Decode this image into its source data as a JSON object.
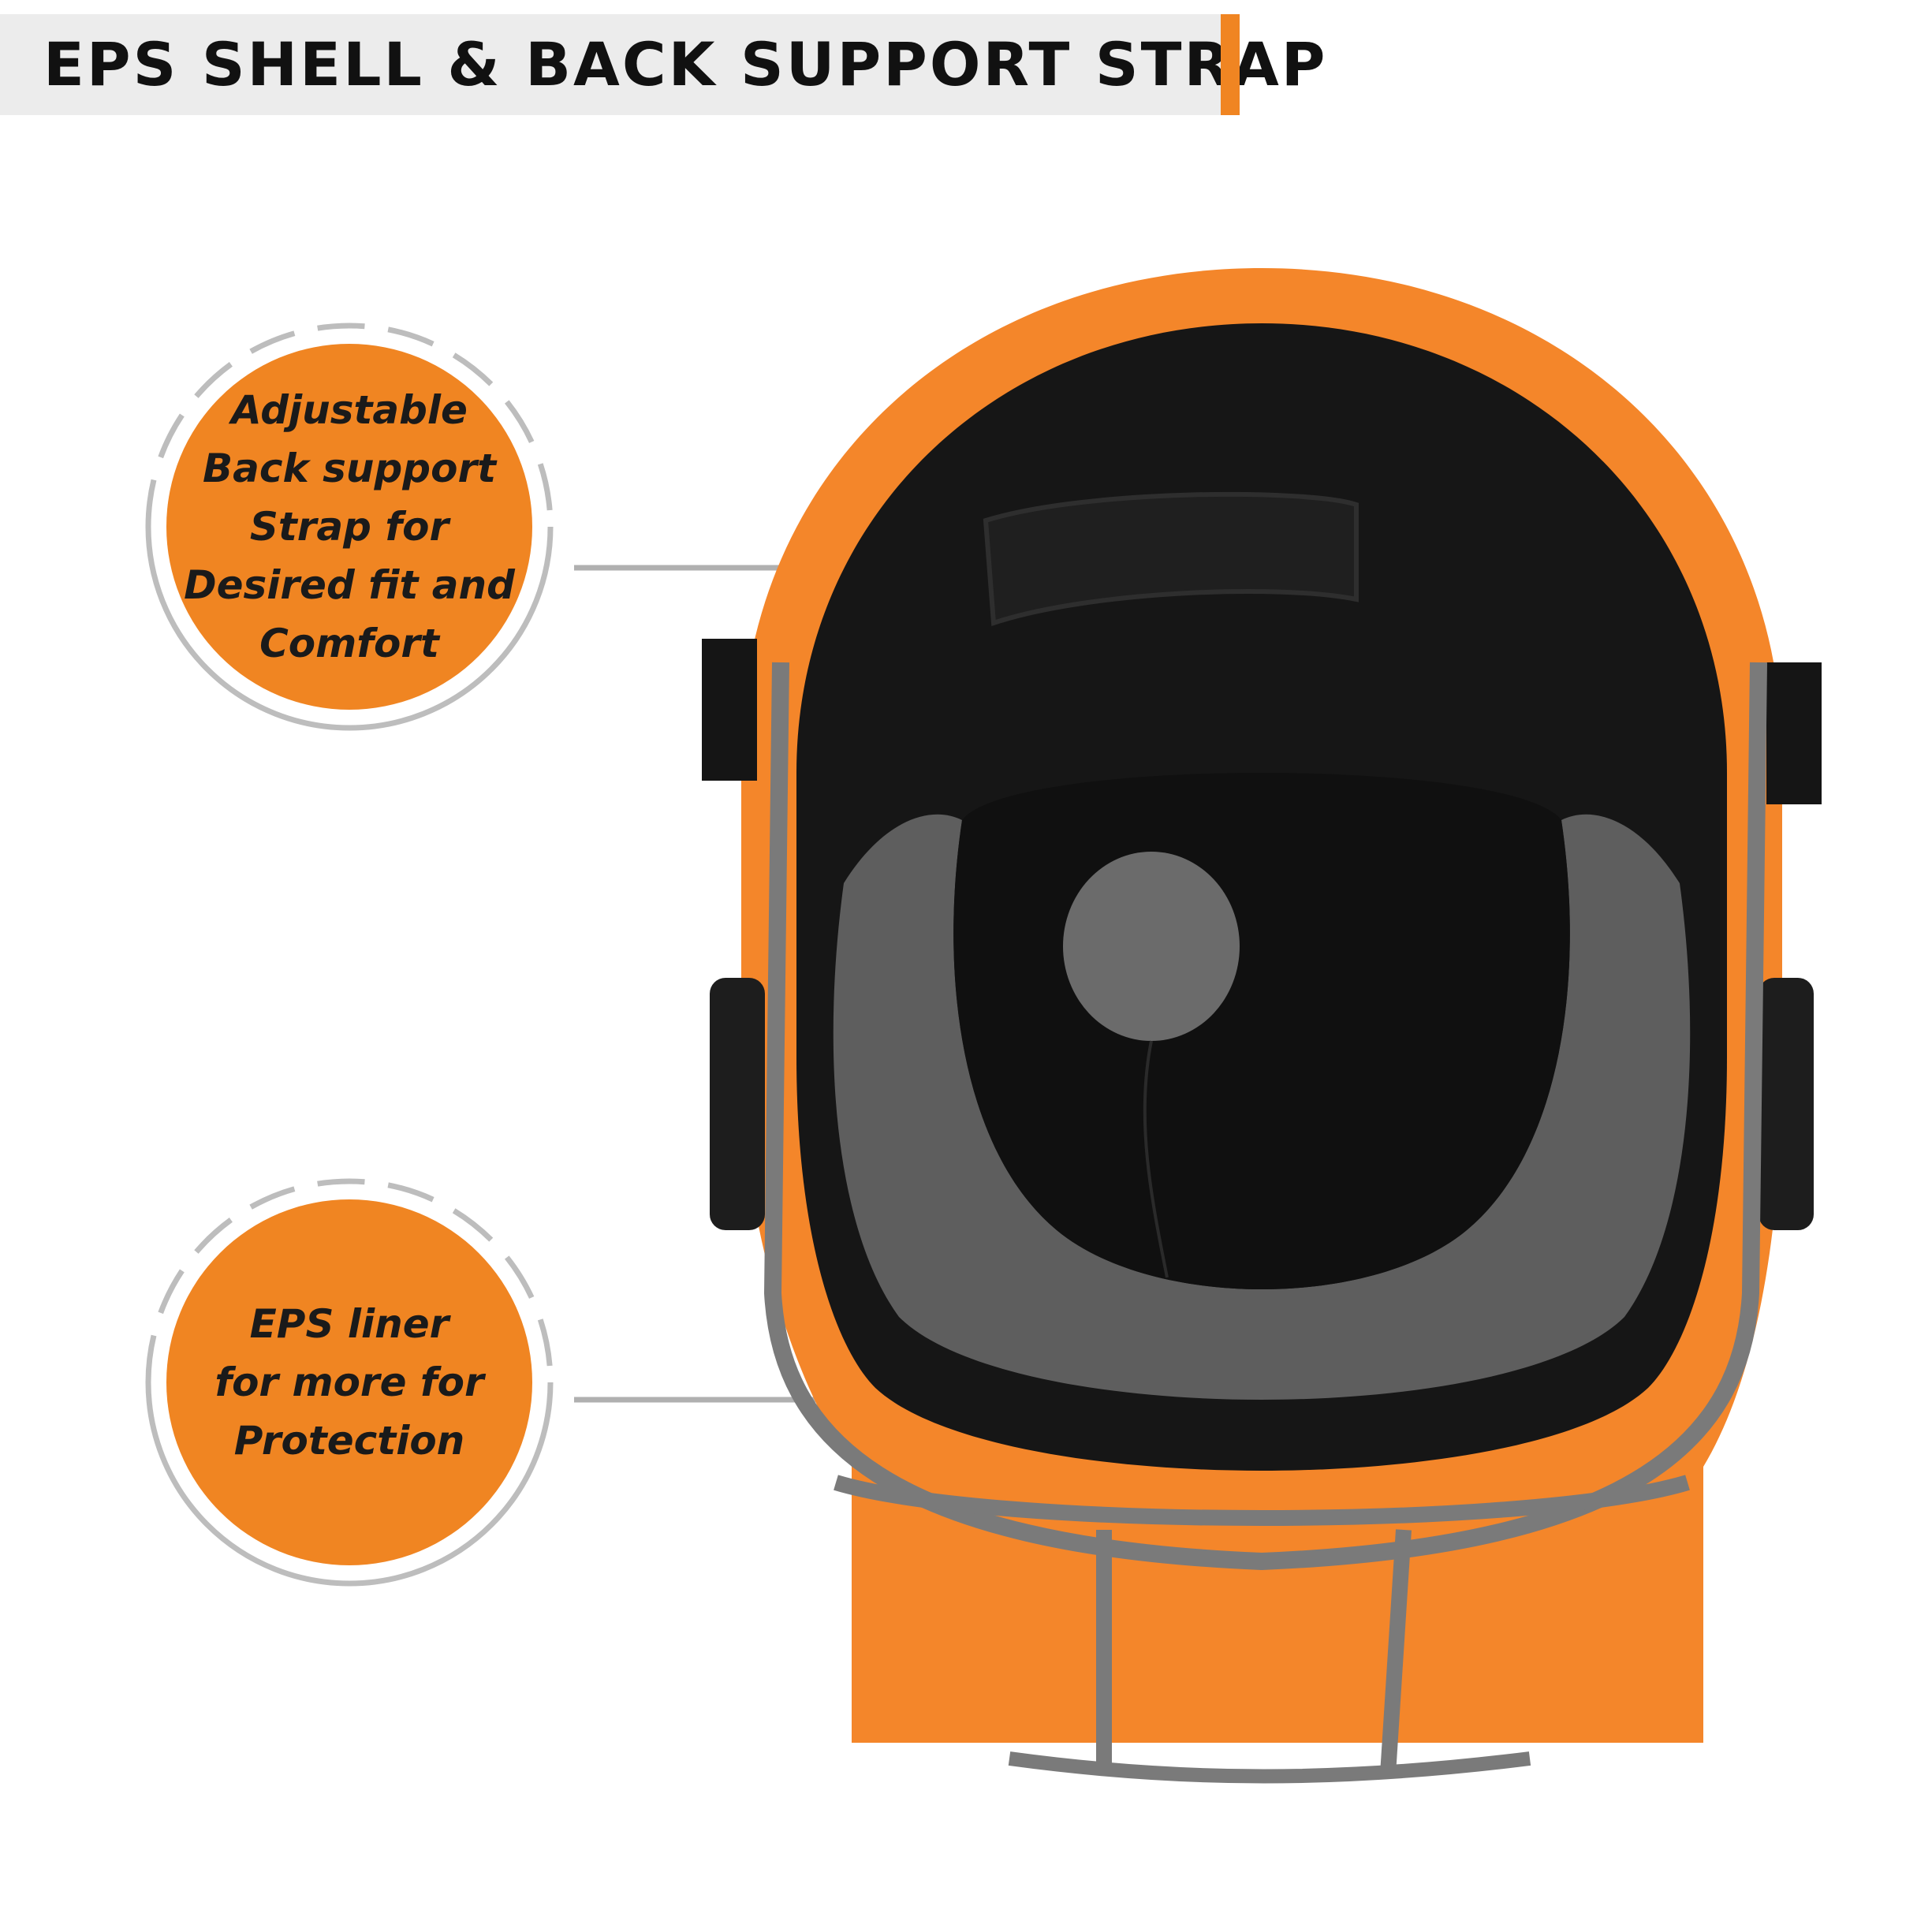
{
  "header": {
    "title": "EPS SHELL & BACK SUPPORT STRAP"
  },
  "colors": {
    "accent": "#f08522",
    "callout_fill": "#f08522",
    "ring": "#bdbdbd",
    "arrow": "#b0b0b0",
    "title_bg": "#ececec",
    "text": "#1a1a1a"
  },
  "callouts": [
    {
      "id": "back-support-strap",
      "lines": [
        "Adjustable",
        "Back support",
        "Strap for",
        "Desired fit and",
        "Comfort"
      ]
    },
    {
      "id": "eps-liner",
      "lines": [
        "EPS liner",
        "for more for",
        "Protection"
      ]
    }
  ],
  "image": {
    "subject": "cricket-helmet-interior"
  }
}
